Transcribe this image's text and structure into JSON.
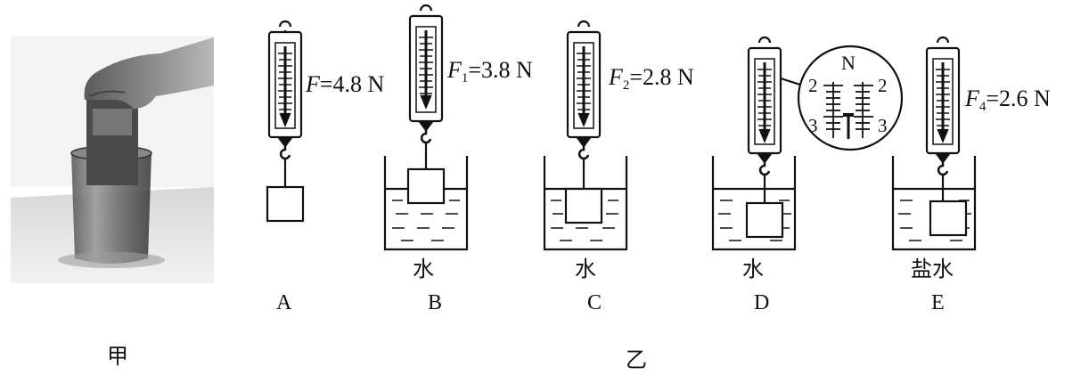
{
  "figure_labels": {
    "left": "甲",
    "right": "乙"
  },
  "setups": [
    {
      "id": "A",
      "var": "F",
      "sub": "",
      "value": "=4.8 N",
      "liquid": ""
    },
    {
      "id": "B",
      "var": "F",
      "sub": "1",
      "value": "=3.8 N",
      "liquid": "水"
    },
    {
      "id": "C",
      "var": "F",
      "sub": "2",
      "value": "=2.8 N",
      "liquid": "水"
    },
    {
      "id": "D",
      "var": "",
      "sub": "",
      "value": "",
      "liquid": "水"
    },
    {
      "id": "E",
      "var": "F",
      "sub": "4",
      "value": "=2.6 N",
      "liquid": "盐水"
    }
  ],
  "zoom": {
    "unit": "N",
    "tick_low": "2",
    "tick_high": "3"
  },
  "colors": {
    "ink": "#111111",
    "photo_bg": "#bdbdbd"
  }
}
